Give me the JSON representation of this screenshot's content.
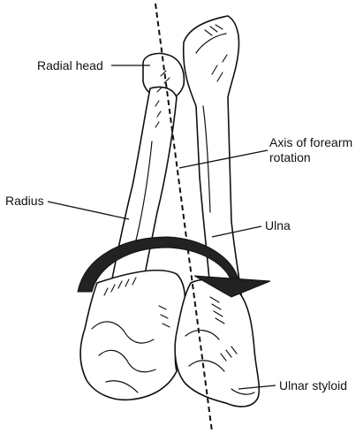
{
  "diagram": {
    "labels": {
      "radial_head": "Radial head",
      "axis_line1": "Axis of forearm",
      "axis_line2": "rotation",
      "radius": "Radius",
      "ulna": "Ulna",
      "ulnar_styloid": "Ulnar styloid"
    },
    "colors": {
      "ink": "#111111",
      "background": "#ffffff",
      "arrow": "#222222"
    },
    "icons": {
      "rotation_arrow": "curved-arrow-icon"
    }
  }
}
